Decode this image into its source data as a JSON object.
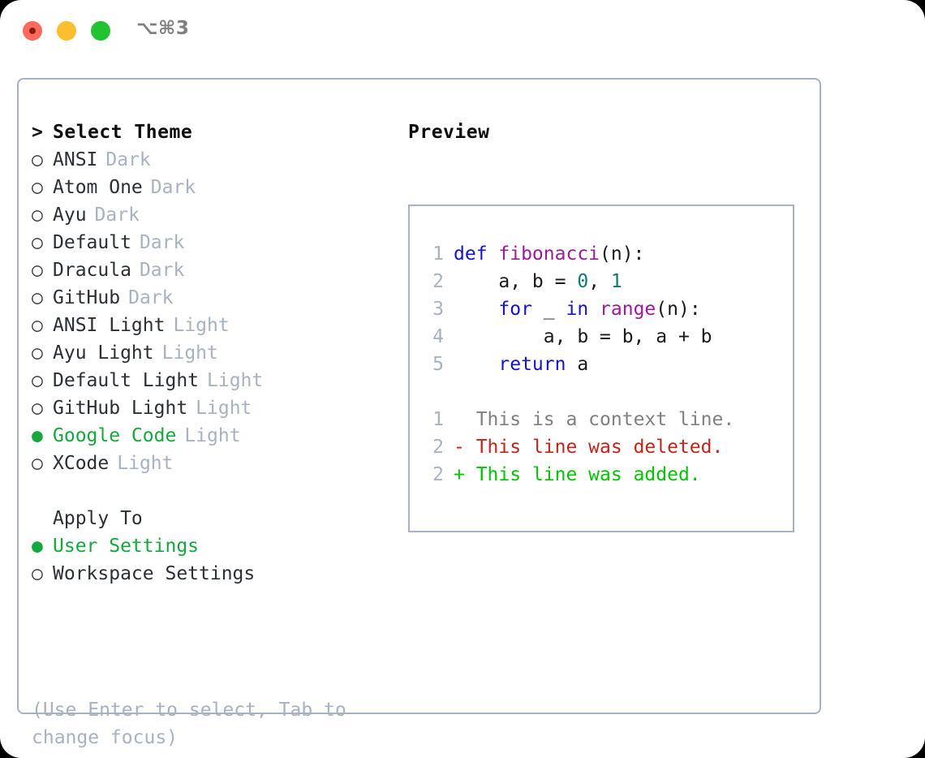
{
  "window": {
    "shortcut": "⌥⌘3",
    "traffic_lights": [
      {
        "name": "close",
        "color": "#fc6a5c"
      },
      {
        "name": "minimize",
        "color": "#fbbf2d"
      },
      {
        "name": "maximize",
        "color": "#23c230"
      }
    ]
  },
  "colors": {
    "accent_green": "#15a83e",
    "diff_added": "#00c400",
    "diff_deleted": "#c0251a",
    "muted": "#a8b2c1",
    "keyword": "#1414c8",
    "function": "#9c1b9c",
    "number": "#0e7a72",
    "border": "#a8b2c1"
  },
  "theme_picker": {
    "header_marker": ">",
    "header": "Select Theme",
    "items": [
      {
        "marker": "○",
        "label": "ANSI",
        "badge": "Dark",
        "selected": false
      },
      {
        "marker": "○",
        "label": "Atom One",
        "badge": "Dark",
        "selected": false
      },
      {
        "marker": "○",
        "label": "Ayu",
        "badge": "Dark",
        "selected": false
      },
      {
        "marker": "○",
        "label": "Default",
        "badge": "Dark",
        "selected": false
      },
      {
        "marker": "○",
        "label": "Dracula",
        "badge": "Dark",
        "selected": false
      },
      {
        "marker": "○",
        "label": "GitHub",
        "badge": "Dark",
        "selected": false
      },
      {
        "marker": "○",
        "label": "ANSI Light",
        "badge": "Light",
        "selected": false
      },
      {
        "marker": "○",
        "label": "Ayu Light",
        "badge": "Light",
        "selected": false
      },
      {
        "marker": "○",
        "label": "Default Light",
        "badge": "Light",
        "selected": false
      },
      {
        "marker": "○",
        "label": "GitHub Light",
        "badge": "Light",
        "selected": false
      },
      {
        "marker": "●",
        "label": "Google Code",
        "badge": "Light",
        "selected": true
      },
      {
        "marker": "○",
        "label": "XCode",
        "badge": "Light",
        "selected": false
      }
    ]
  },
  "apply_to": {
    "header": "Apply To",
    "items": [
      {
        "marker": "●",
        "label": "User Settings",
        "selected": true
      },
      {
        "marker": "○",
        "label": "Workspace Settings",
        "selected": false
      }
    ]
  },
  "hint": "(Use Enter to select, Tab to change focus)",
  "preview": {
    "title": "Preview",
    "code_lines": [
      {
        "num": "1",
        "tokens": [
          {
            "t": "def ",
            "c": "kw"
          },
          {
            "t": "fibonacci",
            "c": "fn"
          },
          {
            "t": "(n):",
            "c": "plain"
          }
        ]
      },
      {
        "num": "2",
        "tokens": [
          {
            "t": "    a, b = ",
            "c": "plain"
          },
          {
            "t": "0",
            "c": "num"
          },
          {
            "t": ", ",
            "c": "plain"
          },
          {
            "t": "1",
            "c": "num"
          }
        ]
      },
      {
        "num": "3",
        "tokens": [
          {
            "t": "    ",
            "c": "plain"
          },
          {
            "t": "for",
            "c": "kw"
          },
          {
            "t": " _ ",
            "c": "plain"
          },
          {
            "t": "in",
            "c": "kw"
          },
          {
            "t": " ",
            "c": "plain"
          },
          {
            "t": "range",
            "c": "fn"
          },
          {
            "t": "(n):",
            "c": "plain"
          }
        ]
      },
      {
        "num": "4",
        "tokens": [
          {
            "t": "        a, b = b, a + b",
            "c": "plain"
          }
        ]
      },
      {
        "num": "5",
        "tokens": [
          {
            "t": "    ",
            "c": "plain"
          },
          {
            "t": "return",
            "c": "kw"
          },
          {
            "t": " a",
            "c": "plain"
          }
        ]
      }
    ],
    "diff_lines": [
      {
        "num": "1",
        "prefix": "  ",
        "text": "This is a context line.",
        "kind": "ctx"
      },
      {
        "num": "2",
        "prefix": "- ",
        "text": "This line was deleted.",
        "kind": "del"
      },
      {
        "num": "2",
        "prefix": "+ ",
        "text": "This line was added.",
        "kind": "add"
      }
    ]
  }
}
